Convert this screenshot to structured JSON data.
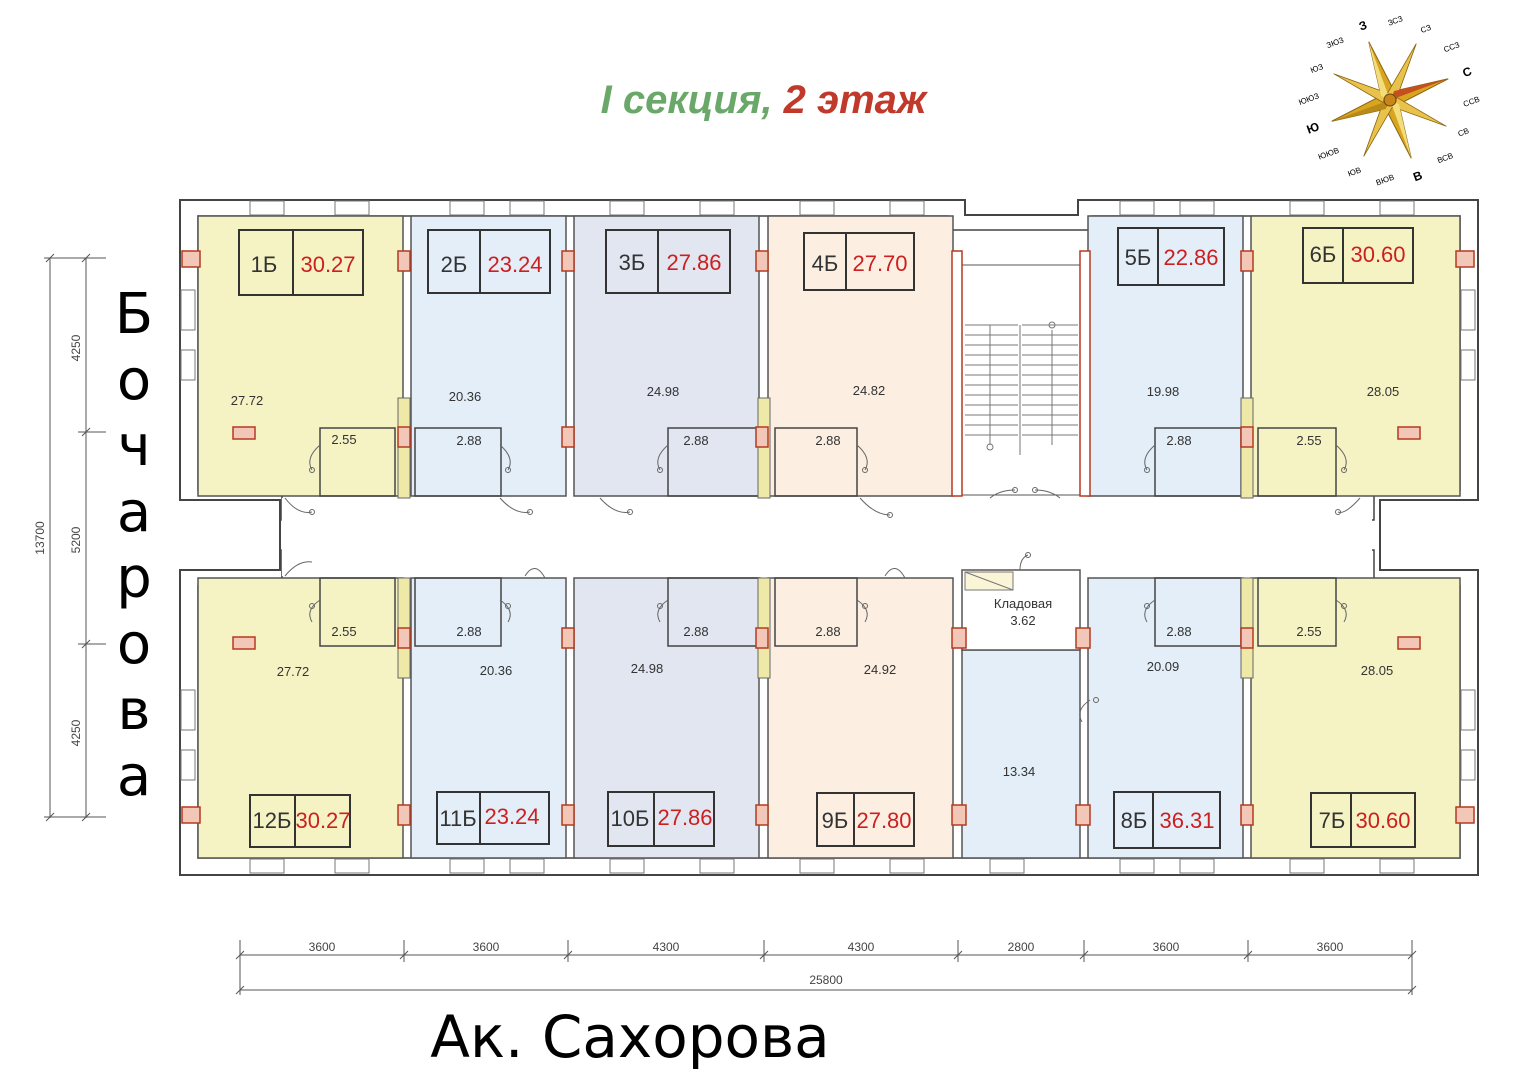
{
  "title": {
    "part1": "I секция,",
    "part2": "2 этаж"
  },
  "colors": {
    "yellow": "#f5f3c4",
    "blue": "#e3eef8",
    "grey_blue": "#e1e6f0",
    "peach": "#fcefe2",
    "accent_green": "#6aa86a",
    "accent_red": "#c0392b"
  },
  "street_left": [
    "Б",
    "о",
    "ч",
    "а",
    "р",
    "о",
    "в",
    "а"
  ],
  "street_bottom": "Ак. Сахорова",
  "apartments_top": [
    {
      "no": "1Б",
      "area": "30.27",
      "room": "27.72",
      "bath": "2.55"
    },
    {
      "no": "2Б",
      "area": "23.24",
      "room": "20.36",
      "bath": "2.88"
    },
    {
      "no": "3Б",
      "area": "27.86",
      "room": "24.98",
      "bath": "2.88"
    },
    {
      "no": "4Б",
      "area": "27.70",
      "room": "24.82",
      "bath": "2.88"
    },
    {
      "no": "5Б",
      "area": "22.86",
      "room": "19.98",
      "bath": "2.88"
    },
    {
      "no": "6Б",
      "area": "30.60",
      "room": "28.05",
      "bath": "2.55"
    }
  ],
  "apartments_bottom": [
    {
      "no": "12Б",
      "area": "30.27",
      "room": "27.72",
      "bath": "2.55"
    },
    {
      "no": "11Б",
      "area": "23.24",
      "room": "20.36",
      "bath": "2.88"
    },
    {
      "no": "10Б",
      "area": "27.86",
      "room": "24.98",
      "bath": "2.88"
    },
    {
      "no": "9Б",
      "area": "27.80",
      "room": "24.92",
      "bath": "2.88"
    },
    {
      "no": "8Б",
      "area": "36.31",
      "room": "20.09",
      "bath": "2.88"
    },
    {
      "no": "7Б",
      "area": "30.60",
      "room": "28.05",
      "bath": "2.55"
    }
  ],
  "storage": {
    "label": "Кладовая",
    "area": "3.62"
  },
  "extra_room_area": "13.34",
  "dims_bottom": [
    "3600",
    "3600",
    "4300",
    "4300",
    "2800",
    "3600",
    "3600"
  ],
  "dim_total_width": "25800",
  "dims_left": [
    "4250",
    "5200",
    "4250"
  ],
  "dim_total_height": "13700",
  "compass": {
    "main": [
      "С",
      "В",
      "Ю",
      "З"
    ],
    "minor": [
      "ССВ",
      "СВ",
      "ВСВ",
      "ВЮВ",
      "ЮВ",
      "ЮЮВ",
      "ЮЮЗ",
      "ЮЗ",
      "ЗЮЗ",
      "ЗСЗ",
      "СЗ",
      "ССЗ"
    ]
  }
}
